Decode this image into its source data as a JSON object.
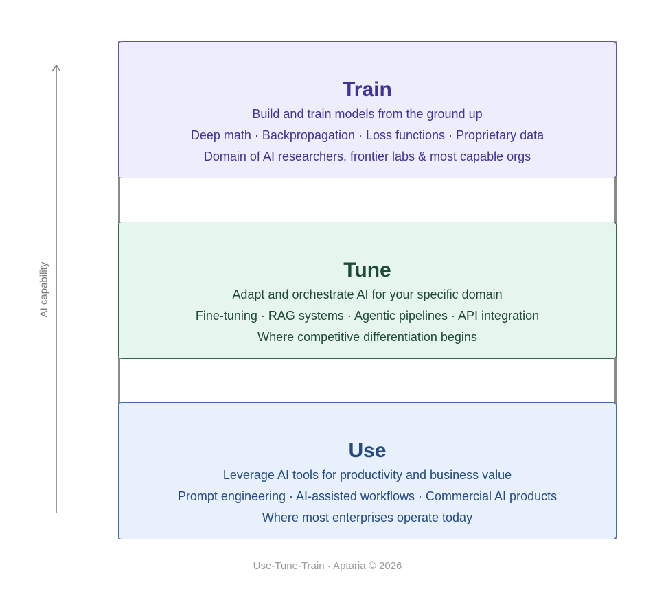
{
  "axis": {
    "label": "AI capability"
  },
  "tiers": [
    {
      "title": "Train",
      "lines": [
        "Build and train models from the ground up",
        "Deep math · Backpropagation · Loss functions · Proprietary data",
        "Domain of AI researchers, frontier labs & most capable orgs"
      ]
    },
    {
      "title": "Tune",
      "lines": [
        "Adapt and orchestrate AI for your specific domain",
        "Fine-tuning · RAG systems · Agentic pipelines · API integration",
        "Where competitive differentiation begins"
      ]
    },
    {
      "title": "Use",
      "lines": [
        "Leverage AI tools for productivity and business value",
        "Prompt engineering · AI-assisted workflows · Commercial AI products",
        "Where most enterprises operate today"
      ]
    }
  ],
  "footer": {
    "text": "Use-Tune-Train · Aptaria © 2026"
  }
}
